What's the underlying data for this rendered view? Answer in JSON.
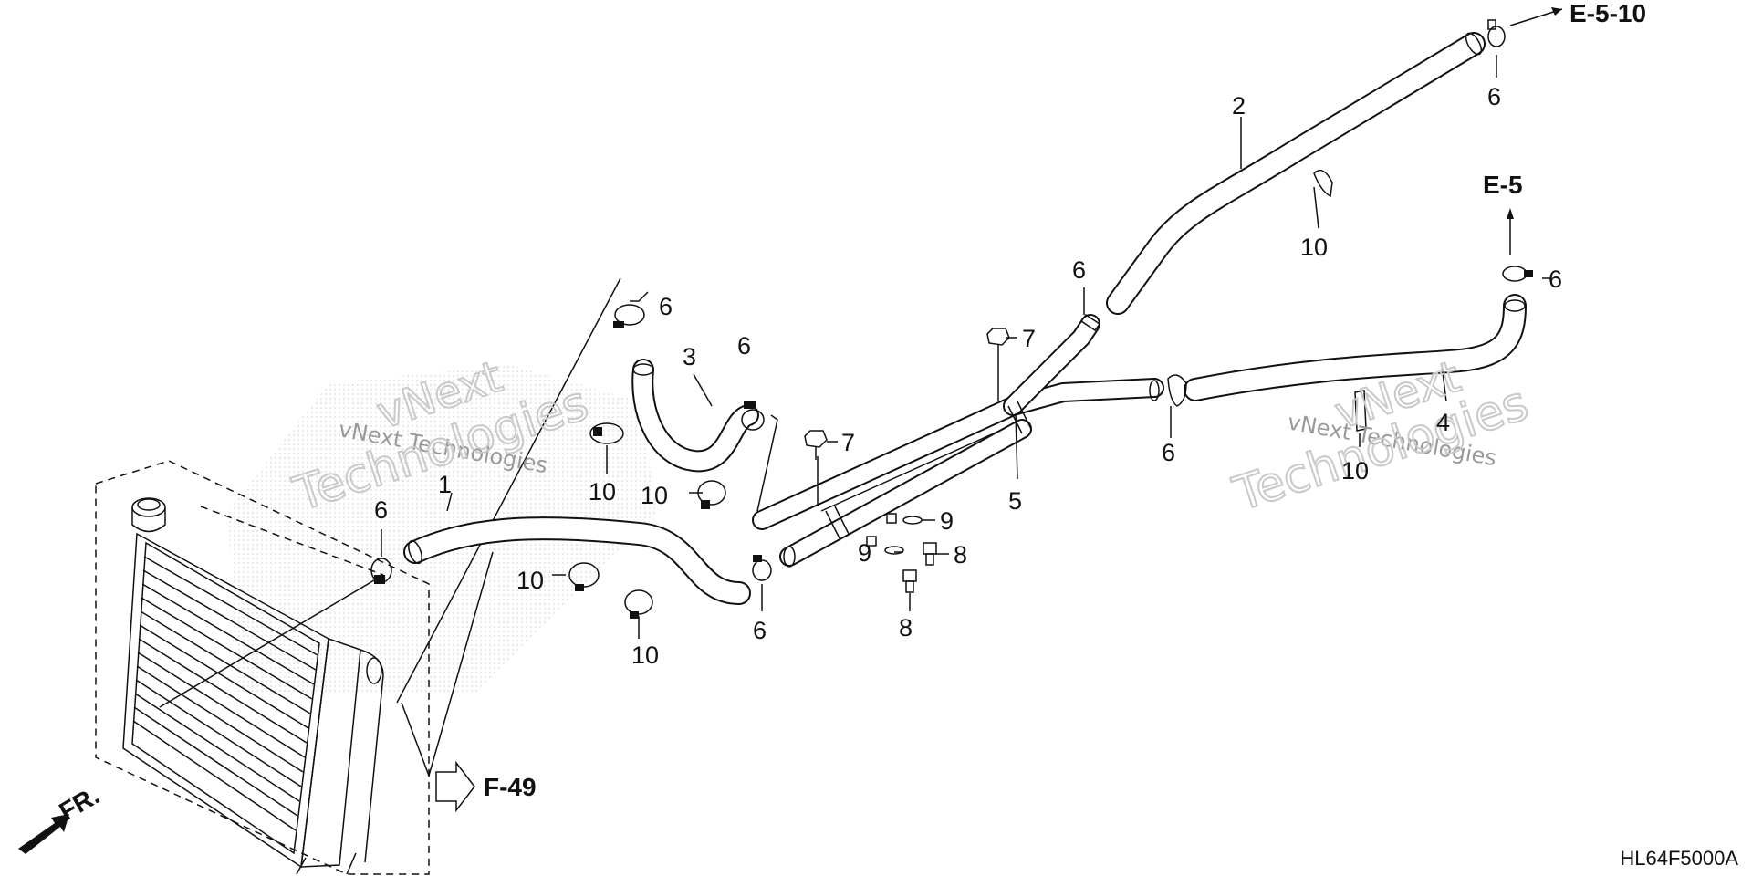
{
  "diagram_code": "HL64F5000A",
  "refs": {
    "e510": "E-5-10",
    "e5": "E-5",
    "f49": "F-49",
    "front": "FR."
  },
  "callouts": {
    "c2": "2",
    "c3": "3",
    "c4": "4",
    "c5": "5",
    "c1": "1",
    "c6_top": "6",
    "c6_mid": "6",
    "c6_e5": "6",
    "c6_clampA": "6",
    "c6_clampB": "6",
    "c6_left": "6",
    "c6_joint": "6",
    "c6_low": "6",
    "c7_upper": "7",
    "c7_lower": "7",
    "c8_right": "8",
    "c8_low": "8",
    "c9_right": "9",
    "c9_left": "9",
    "c10_top": "10",
    "c10_right": "10",
    "c10_a": "10",
    "c10_b": "10",
    "c10_c": "10",
    "c10_d": "10"
  },
  "watermark": {
    "line1": "vNext Technologies",
    "line2": "vNext Technologies",
    "big_a": "vNext",
    "big_b": "Technologies"
  }
}
